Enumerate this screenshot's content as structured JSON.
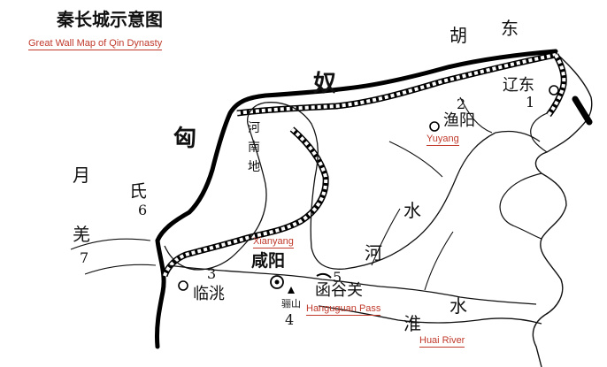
{
  "map": {
    "title": "秦长城示意图",
    "subtitle": "Great Wall Map of Qin Dynasty",
    "regions": {
      "hu": "胡",
      "dong": "东",
      "xiongnu_nu": "奴",
      "xiongnu_xiong": "匈",
      "yue": "月",
      "shi": "氏",
      "qiang": "羌",
      "henan_he": "河",
      "henan_nan": "南",
      "henan_di": "地"
    },
    "rivers": {
      "he_shui_shui": "水",
      "he_shui_he": "河",
      "huai_shui_huai": "淮",
      "huai_shui_shui": "水"
    },
    "places": {
      "liaodong": "辽东",
      "yuyang": "渔阳",
      "xianyang": "咸阳",
      "hanguguan": "函谷关",
      "lintao": "临洮",
      "lishan": "骊山"
    },
    "english": {
      "yuyang": "Yuyang",
      "xianyang": "Xianyang",
      "hanguguan": "Hanguguan Pass",
      "huai_river": "Huai River"
    },
    "numbers": [
      "1",
      "2",
      "3",
      "4",
      "5",
      "6",
      "7"
    ]
  }
}
